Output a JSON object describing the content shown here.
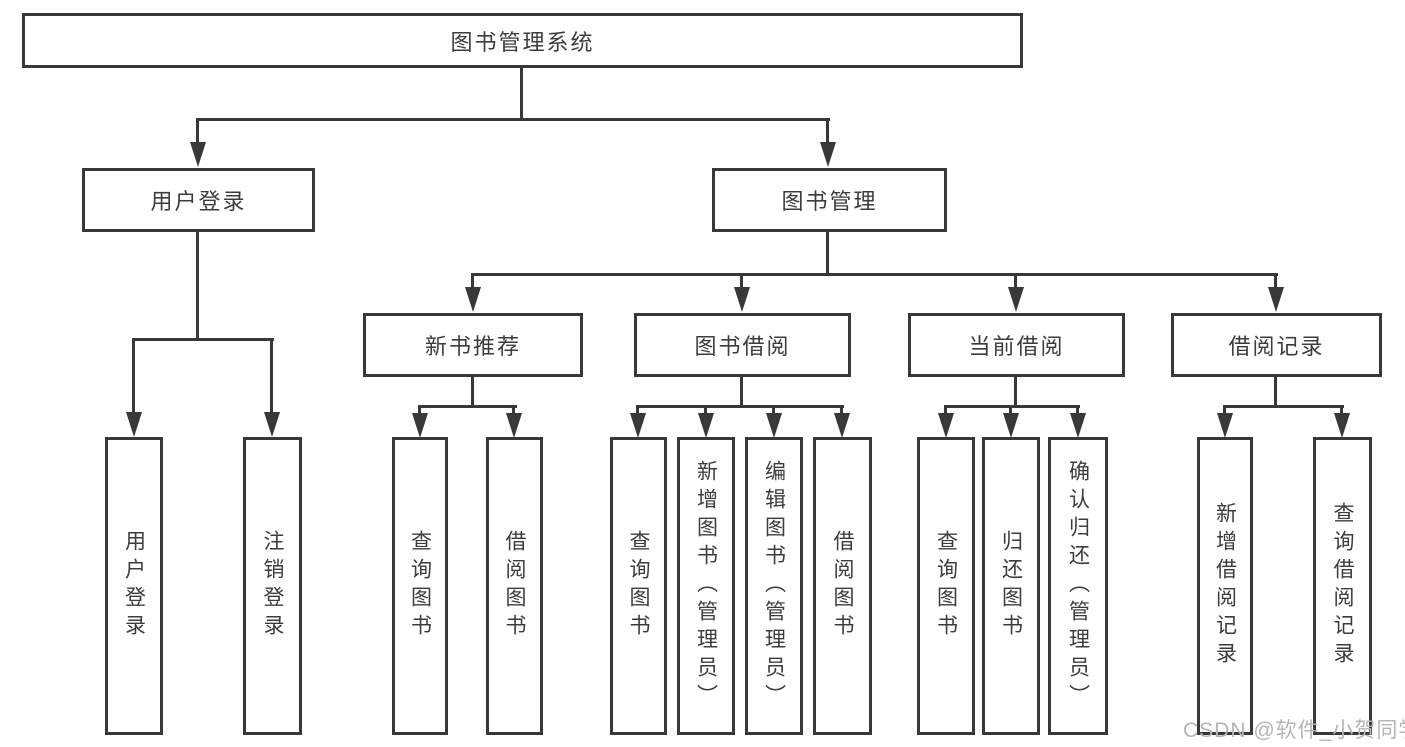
{
  "diagram": {
    "root": {
      "label": "图书管理系统",
      "children": [
        {
          "label": "用户登录",
          "children": [
            {
              "label": "用户登录"
            },
            {
              "label": "注销登录"
            }
          ]
        },
        {
          "label": "图书管理",
          "children": [
            {
              "label": "新书推荐",
              "children": [
                {
                  "label": "查询图书"
                },
                {
                  "label": "借阅图书"
                }
              ]
            },
            {
              "label": "图书借阅",
              "children": [
                {
                  "label": "查询图书"
                },
                {
                  "label": "新增图书（管理员）"
                },
                {
                  "label": "编辑图书（管理员）"
                },
                {
                  "label": "借阅图书"
                }
              ]
            },
            {
              "label": "当前借阅",
              "children": [
                {
                  "label": "查询图书"
                },
                {
                  "label": "归还图书"
                },
                {
                  "label": "确认归还（管理员）"
                }
              ]
            },
            {
              "label": "借阅记录",
              "children": [
                {
                  "label": "新增借阅记录"
                },
                {
                  "label": "查询借阅记录"
                }
              ]
            }
          ]
        }
      ]
    },
    "watermark": "CSDN @软件_小贺同学",
    "colors": {
      "line": "#383838",
      "text": "#3c3c3c",
      "watermark": "#b5b5b5",
      "background": "#ffffff"
    }
  }
}
